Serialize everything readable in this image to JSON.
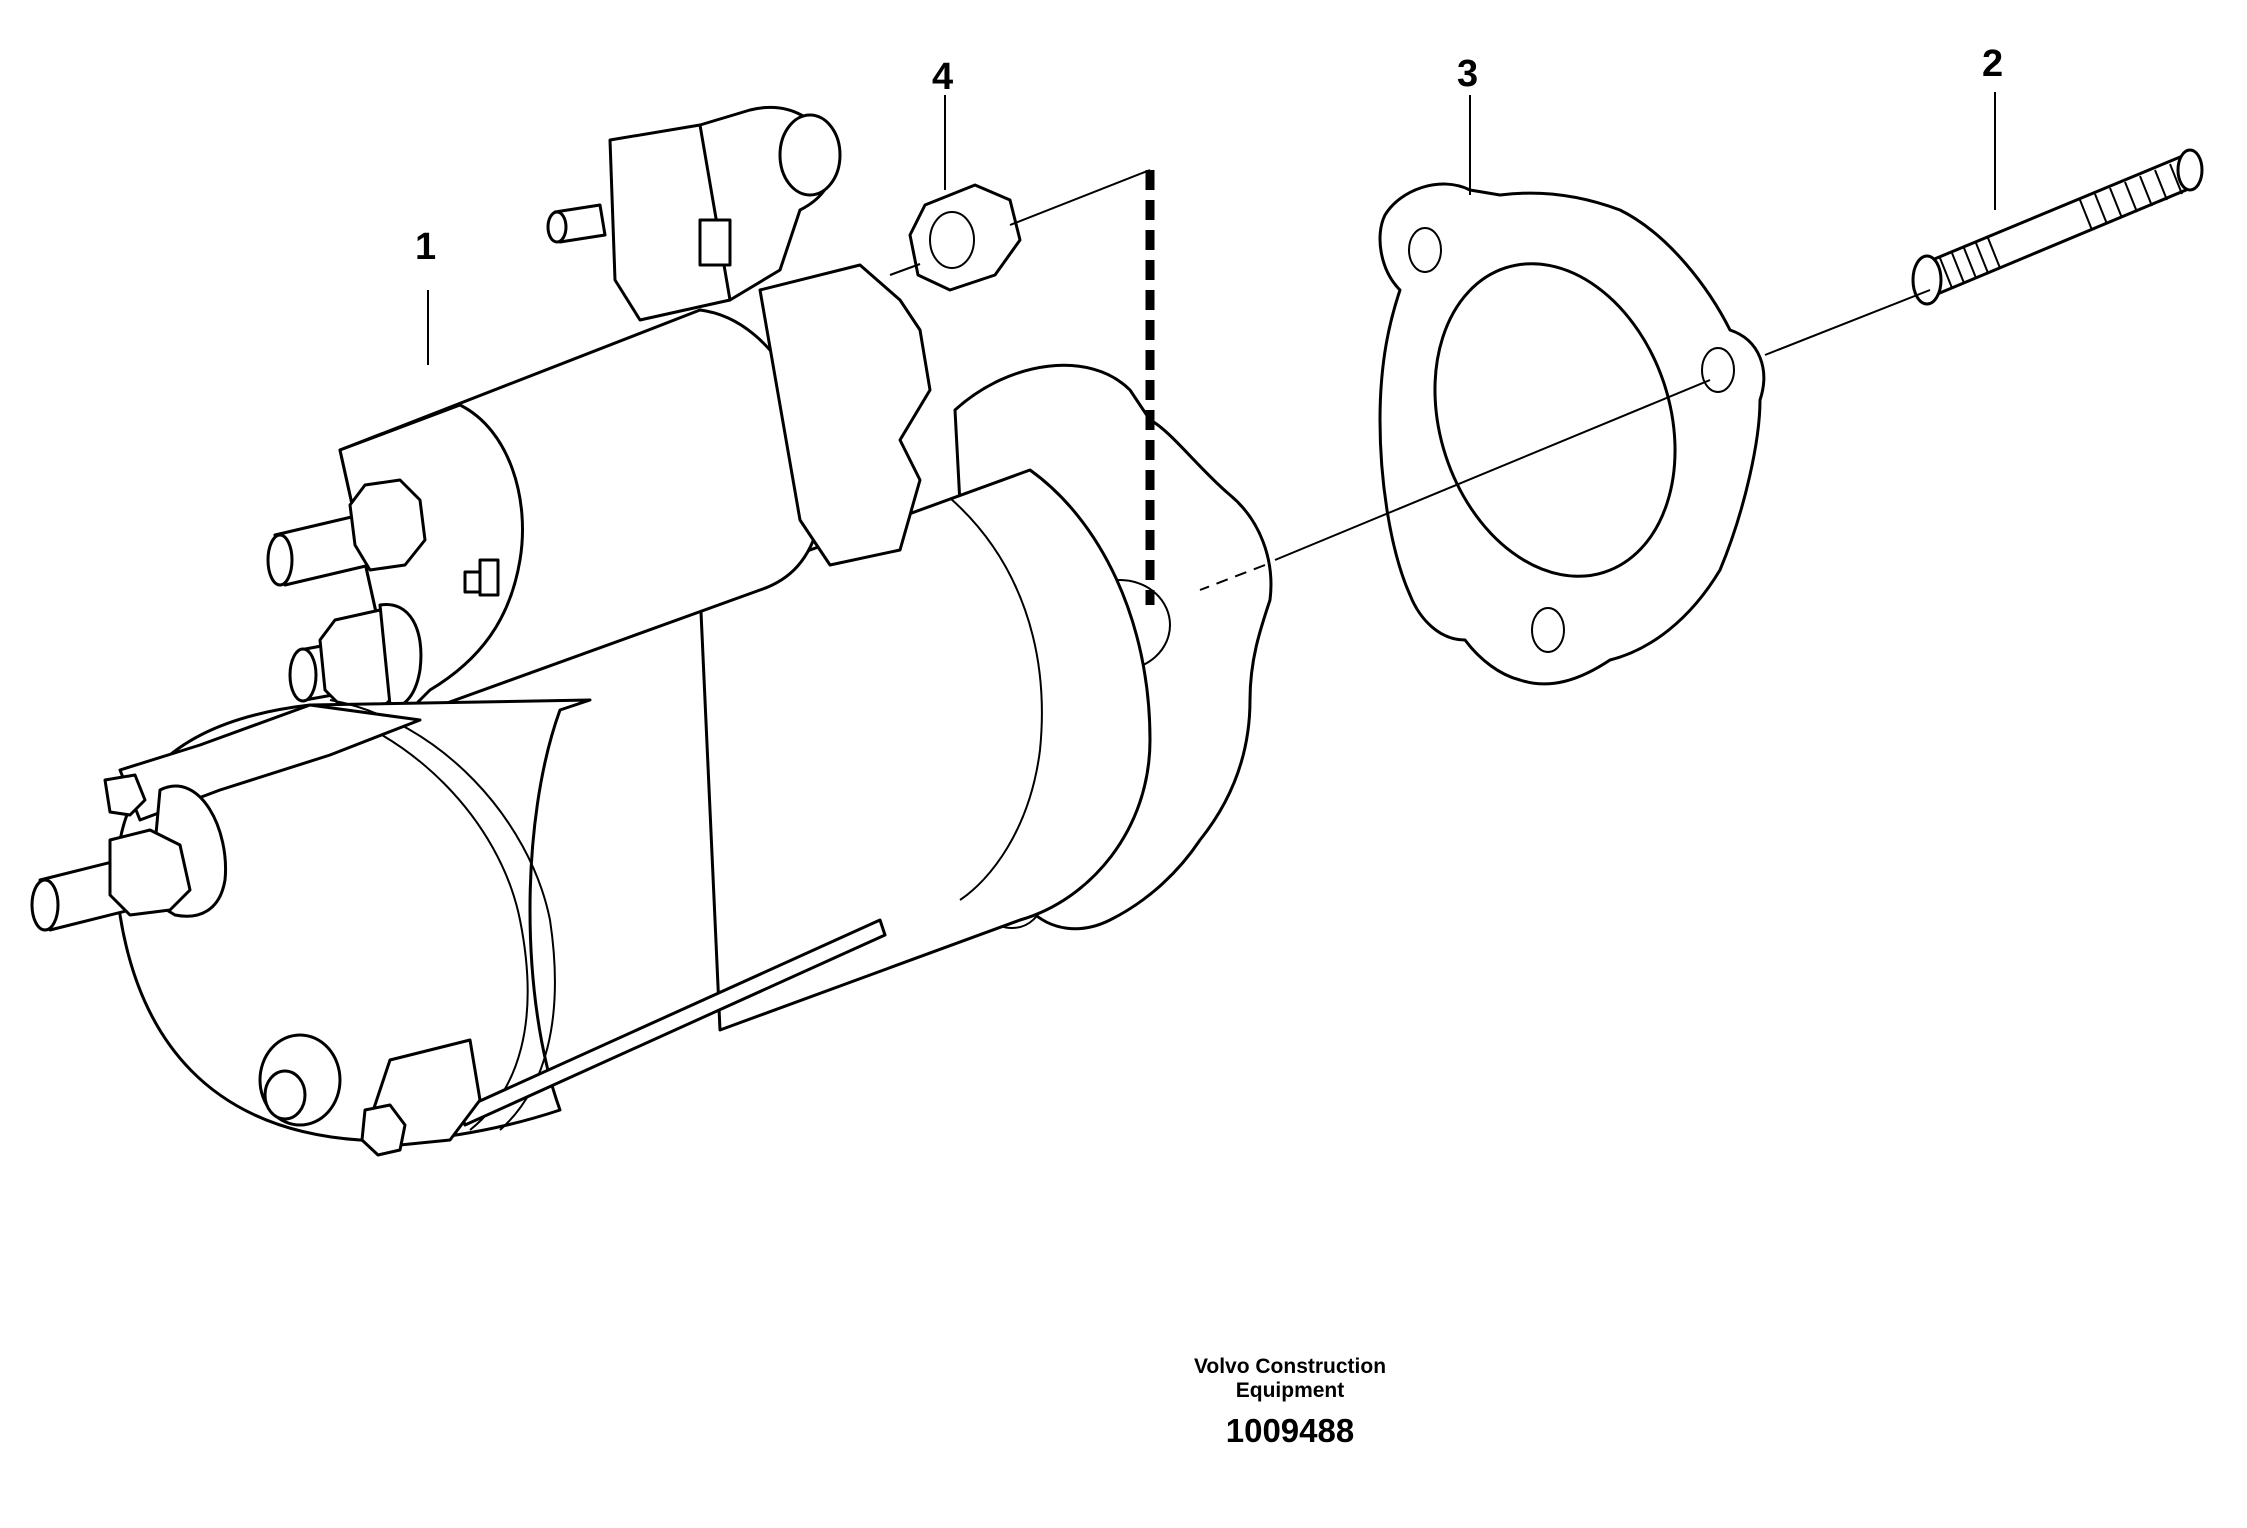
{
  "callouts": {
    "part1": "1",
    "part2": "2",
    "part3": "3",
    "part4": "4"
  },
  "footer": {
    "company_line1": "Volvo Construction",
    "company_line2": "Equipment",
    "drawing_number": "1009488"
  }
}
